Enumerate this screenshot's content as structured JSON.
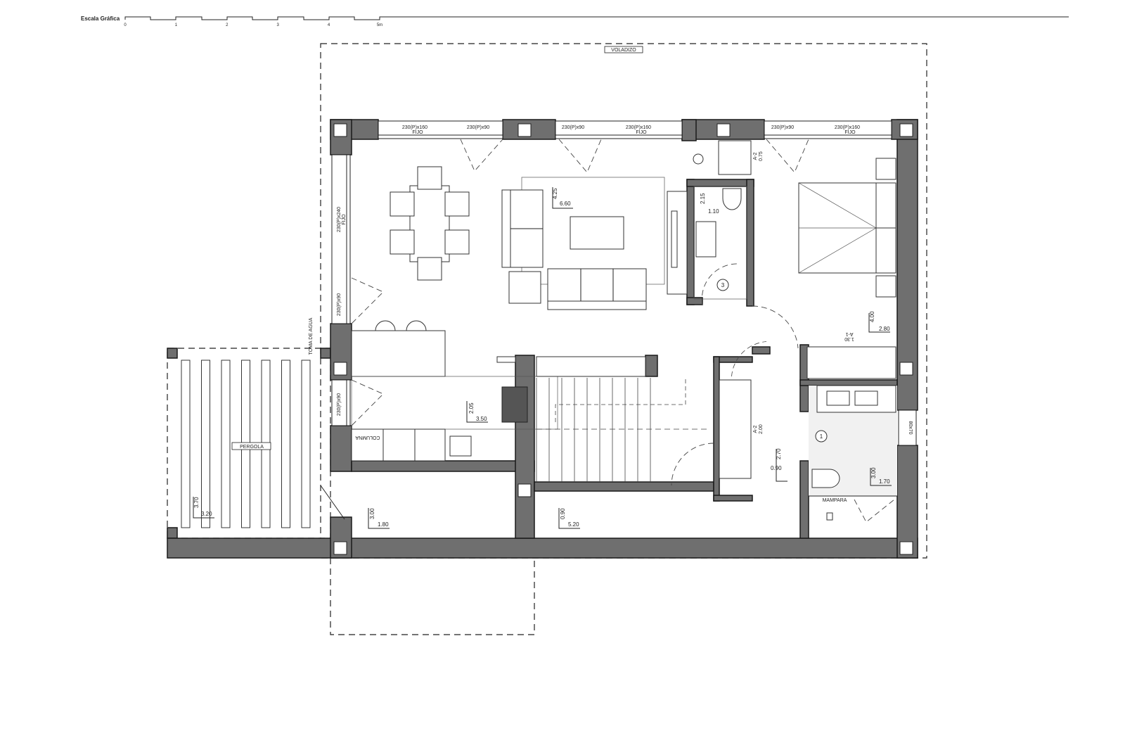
{
  "scale_bar": {
    "title": "Escala Gráfica",
    "ticks": [
      "0",
      "1",
      "2",
      "3",
      "4",
      "5m"
    ]
  },
  "voladizo": "VOLADIZO",
  "windows_top": [
    {
      "size": "230(P)x160",
      "type": "FIJO"
    },
    {
      "size": "230(P)x90"
    },
    {
      "size": "230(P)x90"
    },
    {
      "size": "230(P)x160",
      "type": "FIJO"
    },
    {
      "size": "230(P)x90"
    },
    {
      "size": "230(P)x160",
      "type": "FIJO"
    }
  ],
  "windows_left": [
    {
      "size": "230(P)x240",
      "type": "FIJO"
    },
    {
      "size": "230(P)x90"
    },
    {
      "size": "230(P)x90"
    }
  ],
  "window_bath": "80x70",
  "water_outlet": "TOMA DE AGUA",
  "pergola": {
    "label": "PERGOLA",
    "dim_a": "3.70",
    "dim_b": "3.20"
  },
  "rooms": {
    "living": {
      "dim_a": "4.25",
      "dim_b": "6.60"
    },
    "bath3": {
      "dim_a": "2.15",
      "dim_b": "1.10",
      "number": "3"
    },
    "wardrobe_a2_top": {
      "code": "A-2",
      "dim": "0.75"
    },
    "bedroom": {
      "dim_a": "4.00",
      "dim_b": "2.80"
    },
    "wardrobe_a1": {
      "code": "A-1",
      "dim": "1.30"
    },
    "wardrobe_a2": {
      "code": "A-2",
      "dim": "2.00"
    },
    "dressing": {
      "dim_a": "2.70",
      "dim_b": "0.90"
    },
    "bath1": {
      "number": "1",
      "dim_a": "3.00",
      "dim_b": "1.70",
      "screen": "MAMPARA"
    },
    "kitchen": {
      "dim_a": "2.05",
      "dim_b": "3.50",
      "column": "COLUMNA"
    },
    "storage": {
      "dim_a": "3.00",
      "dim_b": "1.80"
    },
    "corridor": {
      "dim_a": "0.90",
      "dim_b": "5.20"
    }
  },
  "colors": {
    "wall": "#6f6f6f",
    "line": "#222222"
  }
}
